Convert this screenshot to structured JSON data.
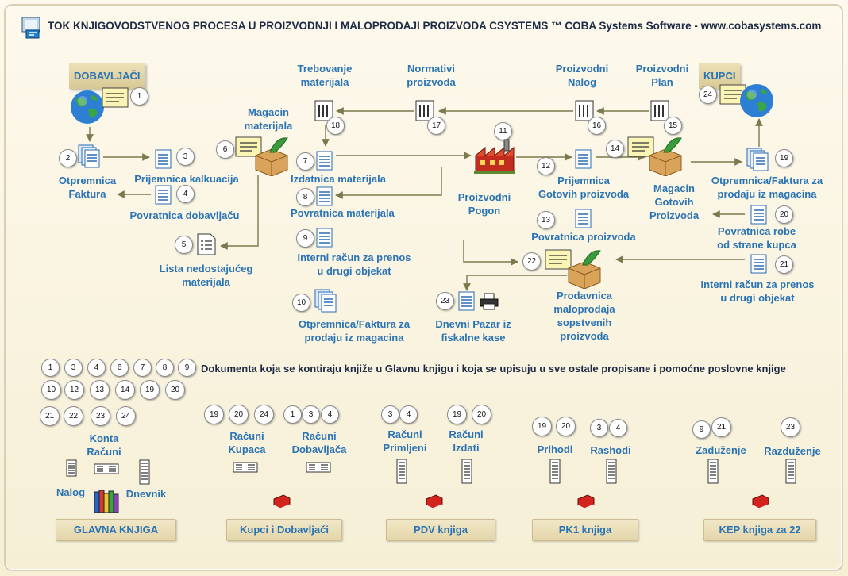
{
  "header": {
    "title": "TOK KNJIGOVODSTVENOG PROCESA  U PROIZVODNJI I MALOPRODAJI PROIZVODA CSYSTEMS ™ COBA Systems Software - www.cobasystems.com"
  },
  "flow": {
    "dobavljaci": "DOBAVLJAČI",
    "kupci": "KUPCI",
    "otpremnica_faktura": "Otpremnica\nFaktura",
    "prijemnica_kalkuacija": "Prijemnica kalkuacija",
    "povratnica_dobavljacu": "Povratnica dobavljaču",
    "lista_nedostajuceg": "Lista nedostajućeg\nmaterijala",
    "magacin_materijala": "Magacin\nmaterijala",
    "trebovanje": "Trebovanje\nmaterijala",
    "normativi": "Normativi\nproizvoda",
    "proizvodni_nalog": "Proizvodni\nNalog",
    "proizvodni_plan": "Proizvodni\nPlan",
    "izdatnica": "Izdatnica materijala",
    "povratnica_materijala": "Povratnica materijala",
    "proizvodni_pogon": "Proizvodni\nPogon",
    "prijemnica_gotovih": "Prijemnica\nGotovih proizvoda",
    "magacin_gotovih": "Magacin\nGotovih\nProizvoda",
    "otpremnica_faktura_prodaja_r": "Otpremnica/Faktura za\nprodaju iz magacina",
    "povratnica_robe": "Povratnica robe\nod strane kupca",
    "interni_racun_r": "Interni račun za prenos\nu drugi objekat",
    "povratnica_proizvoda": "Povratnica proizvoda",
    "interni_racun_l": "Interni račun za prenos\nu drugi objekat",
    "otpremnica_faktura_prodaja_l": "Otpremnica/Faktura za\nprodaju iz magacina",
    "dnevni_pazar": "Dnevni Pazar iz\nfiskalne kase",
    "prodavnica": "Prodavnica\nmaloprodaja\nsopstvenih\nproizvoda"
  },
  "badges": {
    "b1": "1",
    "b2": "2",
    "b3": "3",
    "b4": "4",
    "b5": "5",
    "b6": "6",
    "b7": "7",
    "b8": "8",
    "b9": "9",
    "b10": "10",
    "b11": "11",
    "b12": "12",
    "b13": "13",
    "b14": "14",
    "b15": "15",
    "b16": "16",
    "b17": "17",
    "b18": "18",
    "b19": "19",
    "b20": "20",
    "b21": "21",
    "b22": "22",
    "b23": "23",
    "b24": "24"
  },
  "legend": {
    "text": "Dokumenta koja se kontiraju knjiže u Glavnu knjigu i koja se upisuju u sve ostale propisane i pomoćne poslovne knjige",
    "row1": [
      "1",
      "3",
      "4",
      "6",
      "7",
      "8",
      "9"
    ],
    "row2": [
      "10",
      "12",
      "13",
      "14",
      "19",
      "20"
    ],
    "row3": [
      "21",
      "22",
      "23",
      "24"
    ]
  },
  "books": {
    "konta_racuni": "Konta\nRačuni",
    "nalog": "Nalog",
    "dnevnik": "Dnevnik",
    "racuni_kupaca": "Računi\nKupaca",
    "racuni_kupaca_nums": [
      "19",
      "20",
      "24"
    ],
    "racuni_dobavljaca": "Računi\nDobavljača",
    "racuni_dobavljaca_nums": [
      "1",
      "3",
      "4"
    ],
    "racuni_primljeni": "Računi\nPrimljeni",
    "racuni_primljeni_nums": [
      "3",
      "4"
    ],
    "racuni_izdati": "Računi\nIzdati",
    "racuni_izdati_nums": [
      "19",
      "20"
    ],
    "prihodi": "Prihodi",
    "prihodi_nums": [
      "19",
      "20"
    ],
    "rashodi": "Rashodi",
    "rashodi_nums": [
      "3",
      "4"
    ],
    "zaduzenje": "Zaduženje",
    "zaduzenje_nums": [
      "9",
      "21"
    ],
    "razduzenje": "Razduženje",
    "razduzenje_nums": [
      "23"
    ]
  },
  "buttons": {
    "glavna_knjiga": "GLAVNA KNJIGA",
    "kupci_dobavljaci": "Kupci i Dobavljači",
    "pdv_knjiga": "PDV knjiga",
    "pk1_knjiga": "PK1 knjiga",
    "kep_knjiga": "KEP knjiga za 22"
  },
  "colors": {
    "label": "#2a73b4",
    "arrow": "#7b7a4e",
    "button": "#e8dcb4"
  }
}
